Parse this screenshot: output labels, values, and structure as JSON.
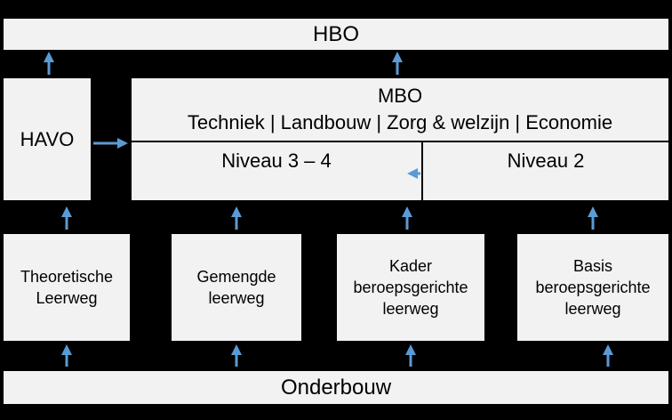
{
  "top": {
    "label": "HBO"
  },
  "havo": {
    "label": "HAVO"
  },
  "mbo": {
    "title": "MBO",
    "sectors": "Techniek | Landbouw | Zorg & welzijn | Economie",
    "level_left": "Niveau 3 – 4",
    "level_right": "Niveau 2"
  },
  "tracks": [
    {
      "lines": [
        "Theoretische",
        "Leerweg"
      ]
    },
    {
      "lines": [
        "Gemengde",
        "leerweg"
      ]
    },
    {
      "lines": [
        "Kader",
        "beroepsgerichte",
        "leerweg"
      ]
    },
    {
      "lines": [
        "Basis",
        "beroepsgerichte",
        "leerweg"
      ]
    }
  ],
  "bottom": {
    "label": "Onderbouw"
  },
  "colors": {
    "arrow": "#5b9bd5",
    "box": "#f2f2f2",
    "background": "#000000"
  }
}
